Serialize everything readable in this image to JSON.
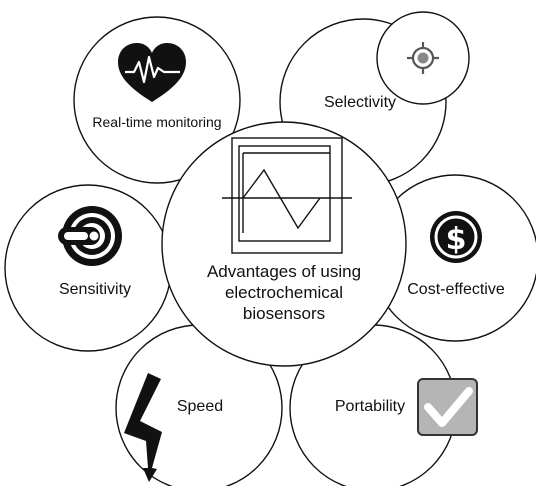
{
  "center": {
    "line1": "Advantages of using",
    "line2": "electrochemical",
    "line3": "biosensors"
  },
  "nodes": {
    "realtime": {
      "label": "Real-time monitoring",
      "icon": "heart-ecg-icon"
    },
    "selectivity": {
      "label": "Selectivity",
      "icon": "target-icon"
    },
    "sensitivity": {
      "label": "Sensitivity",
      "icon": "sensor-icon"
    },
    "cost": {
      "label": "Cost-effective",
      "icon": "dollar-icon"
    },
    "speed": {
      "label": "Speed",
      "icon": "lightning-icon"
    },
    "portability": {
      "label": "Portability",
      "icon": "checkmark-icon"
    }
  },
  "colors": {
    "stroke": "#111111",
    "background": "#ffffff",
    "target_gray": "#888888",
    "check_box": "#b5b5b5"
  }
}
